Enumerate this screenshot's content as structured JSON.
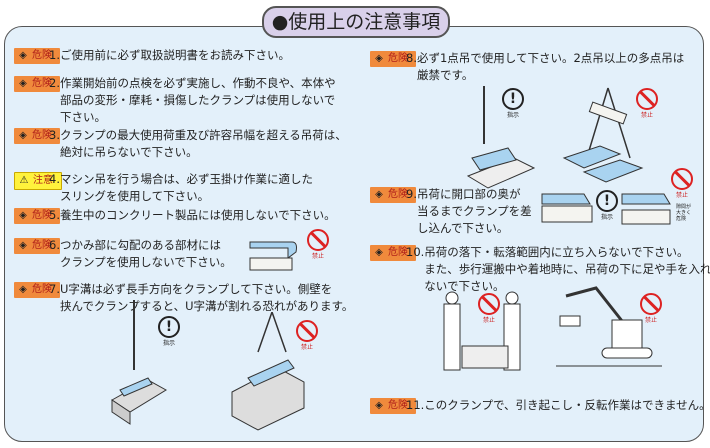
{
  "title": "●使用上の注意事項",
  "badges": {
    "danger": "危険",
    "caution": "注意"
  },
  "pictograms": {
    "instruction": "指示",
    "prohibited": "禁止",
    "gap_warning": "隙間が\n大きく\n危険"
  },
  "items": [
    {
      "num": "1.",
      "text": "ご使用前に必ず取扱説明書をお読み下さい。",
      "level": "danger"
    },
    {
      "num": "2.",
      "text": "作業開始前の点検を必ず実施し、作動不良や、本体や\n部品の変形・摩耗・損傷したクランプは使用しないで\n下さい。",
      "level": "danger"
    },
    {
      "num": "3.",
      "text": "クランプの最大使用荷重及び許容吊幅を超える吊荷は、\n絶対に吊らないで下さい。",
      "level": "danger"
    },
    {
      "num": "4.",
      "text": "マシン吊を行う場合は、必ず玉掛け作業に適した\nスリングを使用して下さい。",
      "level": "caution"
    },
    {
      "num": "5.",
      "text": "養生中のコンクリート製品には使用しないで下さい。",
      "level": "danger"
    },
    {
      "num": "6.",
      "text": "つかみ部に勾配のある部材には\nクランプを使用しないで下さい。",
      "level": "danger"
    },
    {
      "num": "7.",
      "text": "U字溝は必ず長手方向をクランプして下さい。側壁を\n挟んでクランプすると、U字溝が割れる恐れがあります。",
      "level": "danger"
    },
    {
      "num": "8.",
      "text": "必ず1点吊で使用して下さい。2点吊以上の多点吊は\n厳禁です。",
      "level": "danger"
    },
    {
      "num": "9.",
      "text": "吊荷に開口部の奥が\n当るまでクランプを差\nし込んで下さい。",
      "level": "danger"
    },
    {
      "num": "10.",
      "text": "吊荷の落下・転落範囲内に立ち入らないで下さい。\nまた、歩行運搬中や着地時に、吊荷の下に足や手を入れ\nないで下さい。",
      "level": "danger"
    },
    {
      "num": "11.",
      "text": "このクランプで、引き起こし・反転作業はできません。",
      "level": "danger"
    }
  ],
  "colors": {
    "danger_badge": "#f08a3c",
    "caution_badge": "#fff23c",
    "panel": "#e3f0fa",
    "prohibited": "#dd2222"
  }
}
